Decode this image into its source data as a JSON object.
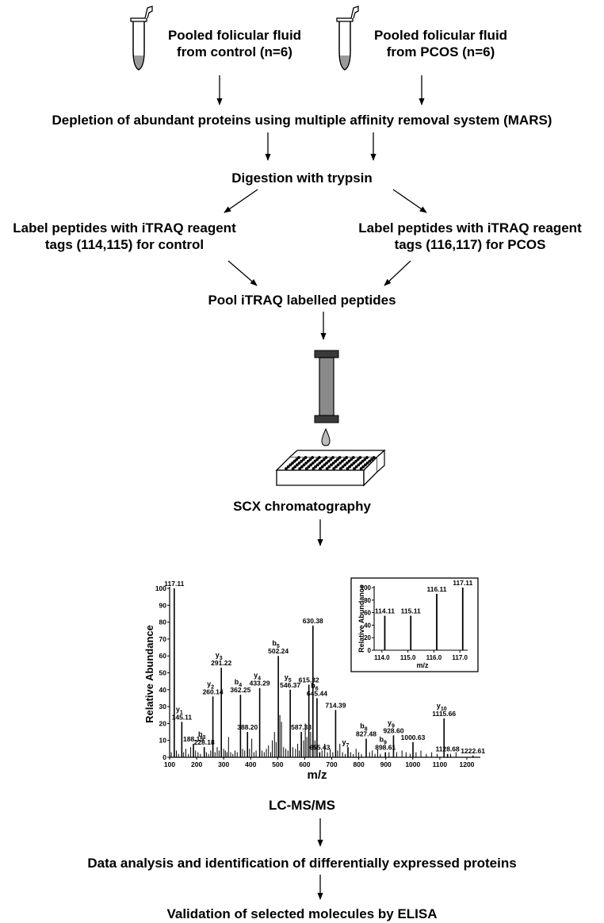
{
  "steps": {
    "control_fluid": [
      "Pooled folicular fluid",
      "from control  (n=6)"
    ],
    "pcos_fluid": [
      "Pooled folicular fluid",
      "from PCOS (n=6)"
    ],
    "depletion": "Depletion of abundant proteins using multiple affinity removal system (MARS)",
    "digestion": "Digestion with trypsin",
    "label_control": [
      "Label peptides  with iTRAQ reagent",
      "tags (114,115) for control"
    ],
    "label_pcos": [
      "Label peptides  with iTRAQ reagent",
      "tags (116,117) for PCOS"
    ],
    "pool": "Pool iTRAQ labelled peptides",
    "scx": "SCX chromatography",
    "lcms": "LC-MS/MS",
    "analysis": "Data analysis and identification of differentially expressed proteins",
    "validation": "Validation of selected molecules by ELISA"
  },
  "chart_data": [
    {
      "type": "bar",
      "xlabel": "m/z",
      "ylabel": "Relative Abundance",
      "xlim": [
        100,
        1250
      ],
      "ylim": [
        0,
        100
      ],
      "x_ticks": [
        "100",
        "200",
        "300",
        "400",
        "500",
        "600",
        "700",
        "800",
        "900",
        "1000",
        "1100",
        "1200"
      ],
      "y_ticks": [
        "0",
        "10",
        "20",
        "30",
        "40",
        "50",
        "60",
        "70",
        "80",
        "90",
        "100"
      ],
      "peaks": [
        {
          "x": 117.11,
          "y": 100,
          "ion": "",
          "sub": "",
          "mz": "117.11"
        },
        {
          "x": 145.11,
          "y": 21,
          "ion": "y",
          "sub": "1",
          "mz": "145.11"
        },
        {
          "x": 188.15,
          "y": 8,
          "ion": "",
          "sub": "",
          "mz": "188.15"
        },
        {
          "x": 228.18,
          "y": 6,
          "ion": "b",
          "sub": "3",
          "mz": "228.18"
        },
        {
          "x": 260.14,
          "y": 36,
          "ion": "y",
          "sub": "2",
          "mz": "260.14"
        },
        {
          "x": 291.22,
          "y": 53,
          "ion": "y",
          "sub": "3",
          "mz": "291.22"
        },
        {
          "x": 362.25,
          "y": 37,
          "ion": "b",
          "sub": "4",
          "mz": "362.25"
        },
        {
          "x": 388.2,
          "y": 15,
          "ion": "",
          "sub": "",
          "mz": "388.20"
        },
        {
          "x": 433.29,
          "y": 41,
          "ion": "y",
          "sub": "4",
          "mz": "433.29"
        },
        {
          "x": 502.24,
          "y": 60,
          "ion": "b",
          "sub": "5",
          "mz": "502.24"
        },
        {
          "x": 546.37,
          "y": 40,
          "ion": "y",
          "sub": "5",
          "mz": "546.37"
        },
        {
          "x": 587.33,
          "y": 15,
          "ion": "",
          "sub": "",
          "mz": "587.33"
        },
        {
          "x": 615.32,
          "y": 43,
          "ion": "",
          "sub": "",
          "mz": "615.32"
        },
        {
          "x": 630.38,
          "y": 78,
          "ion": "",
          "sub": "",
          "mz": "630.38"
        },
        {
          "x": 645.44,
          "y": 35,
          "ion": "b",
          "sub": "6",
          "mz": "645.44"
        },
        {
          "x": 655.43,
          "y": 3,
          "ion": "",
          "sub": "",
          "mz": "655.43"
        },
        {
          "x": 714.39,
          "y": 28,
          "ion": "",
          "sub": "",
          "mz": "714.39"
        },
        {
          "x": 760,
          "y": 6,
          "ion": "y",
          "sub": "7",
          "mz": ""
        },
        {
          "x": 827.48,
          "y": 11,
          "ion": "b",
          "sub": "8",
          "mz": "827.48"
        },
        {
          "x": 898.61,
          "y": 3,
          "ion": "b",
          "sub": "9",
          "mz": "898.61"
        },
        {
          "x": 928.6,
          "y": 13,
          "ion": "y",
          "sub": "9",
          "mz": "928.60"
        },
        {
          "x": 1000.63,
          "y": 9,
          "ion": "",
          "sub": "",
          "mz": "1000.63"
        },
        {
          "x": 1115.66,
          "y": 23,
          "ion": "y",
          "sub": "10",
          "mz": "1115.66"
        },
        {
          "x": 1128.68,
          "y": 2,
          "ion": "",
          "sub": "",
          "mz": "1128.68"
        },
        {
          "x": 1222.61,
          "y": 1,
          "ion": "",
          "sub": "",
          "mz": "1222.61"
        }
      ],
      "minor_peaks": [
        [
          106,
          3
        ],
        [
          125,
          4
        ],
        [
          133,
          2
        ],
        [
          152,
          3
        ],
        [
          160,
          5
        ],
        [
          170,
          2
        ],
        [
          178,
          6
        ],
        [
          196,
          4
        ],
        [
          205,
          3
        ],
        [
          214,
          2
        ],
        [
          236,
          3
        ],
        [
          244,
          2
        ],
        [
          252,
          4
        ],
        [
          268,
          3
        ],
        [
          276,
          6
        ],
        [
          283,
          4
        ],
        [
          300,
          5
        ],
        [
          306,
          4
        ],
        [
          312,
          3
        ],
        [
          318,
          12
        ],
        [
          326,
          3
        ],
        [
          334,
          2
        ],
        [
          342,
          4
        ],
        [
          350,
          3
        ],
        [
          370,
          5
        ],
        [
          378,
          4
        ],
        [
          396,
          5
        ],
        [
          404,
          11
        ],
        [
          412,
          3
        ],
        [
          420,
          4
        ],
        [
          442,
          4
        ],
        [
          450,
          3
        ],
        [
          458,
          5
        ],
        [
          466,
          7
        ],
        [
          474,
          3
        ],
        [
          480,
          10
        ],
        [
          488,
          15
        ],
        [
          494,
          9
        ],
        [
          508,
          25
        ],
        [
          514,
          21
        ],
        [
          522,
          6
        ],
        [
          530,
          5
        ],
        [
          538,
          4
        ],
        [
          556,
          6
        ],
        [
          566,
          5
        ],
        [
          574,
          8
        ],
        [
          580,
          4
        ],
        [
          596,
          10
        ],
        [
          602,
          20
        ],
        [
          608,
          12
        ],
        [
          622,
          15
        ],
        [
          638,
          10
        ],
        [
          664,
          4
        ],
        [
          674,
          8
        ],
        [
          684,
          3
        ],
        [
          694,
          5
        ],
        [
          704,
          3
        ],
        [
          722,
          4
        ],
        [
          730,
          8
        ],
        [
          740,
          3
        ],
        [
          750,
          2
        ],
        [
          770,
          3
        ],
        [
          780,
          2
        ],
        [
          790,
          5
        ],
        [
          800,
          3
        ],
        [
          810,
          2
        ],
        [
          840,
          3
        ],
        [
          850,
          4
        ],
        [
          860,
          2
        ],
        [
          870,
          5
        ],
        [
          880,
          2
        ],
        [
          912,
          3
        ],
        [
          940,
          3
        ],
        [
          960,
          4
        ],
        [
          975,
          3
        ],
        [
          990,
          2
        ],
        [
          1012,
          3
        ],
        [
          1030,
          4
        ],
        [
          1050,
          2
        ],
        [
          1070,
          3
        ],
        [
          1090,
          2
        ],
        [
          1140,
          2
        ],
        [
          1160,
          3
        ]
      ]
    },
    {
      "type": "bar",
      "xlabel": "m/z",
      "ylabel": "Relative Abundance",
      "xlim": [
        113.7,
        117.3
      ],
      "ylim": [
        0,
        100
      ],
      "x_ticks": [
        "114.0",
        "115.0",
        "116.0",
        "117.0"
      ],
      "y_ticks": [
        "0",
        "20",
        "40",
        "60",
        "80",
        "100"
      ],
      "peaks": [
        {
          "x": 114.11,
          "y": 55,
          "mz": "114.11"
        },
        {
          "x": 115.11,
          "y": 55,
          "mz": "115.11"
        },
        {
          "x": 116.11,
          "y": 90,
          "mz": "116.11"
        },
        {
          "x": 117.11,
          "y": 100,
          "mz": "117.11"
        }
      ]
    }
  ]
}
